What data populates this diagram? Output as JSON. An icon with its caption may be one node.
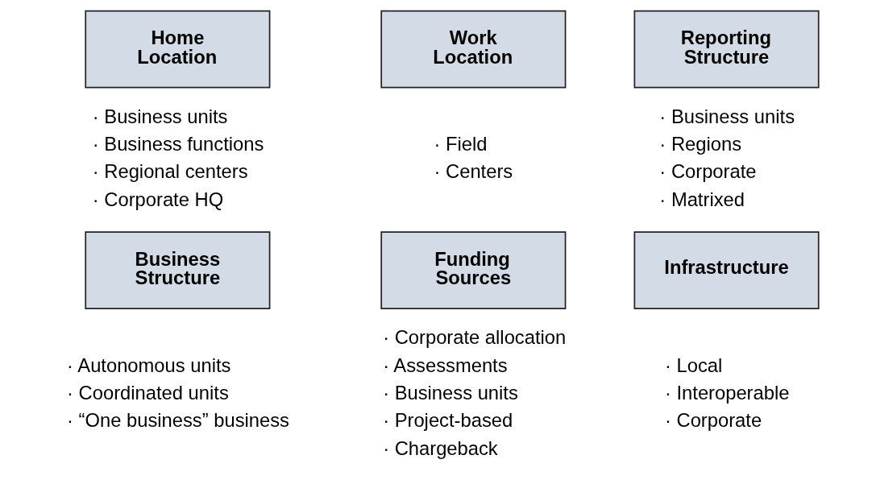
{
  "diagram": {
    "nodes": [
      {
        "text": [
          "Home Location"
        ],
        "beside": [
          "· Business units",
          "· Business functions",
          "· Regional centers",
          "· Corporate HQ"
        ]
      },
      {
        "text": [
          "Work Location"
        ],
        "beside": [
          "· Field",
          "· Centers"
        ]
      },
      {
        "text": [
          "Reporting Structure"
        ],
        "beside": [
          "· Business units",
          "· Regions",
          "· Corporate",
          "· Matrixed"
        ]
      },
      {
        "text": [
          "Business Structure"
        ],
        "beside": [
          "· Autonomous units",
          "· Coordinated units",
          "· “One business” business"
        ]
      },
      {
        "text": [
          "Funding Sources"
        ],
        "beside": [
          "· Corporate allocation",
          "· Assessments",
          "· Business units",
          "· Project-based",
          "· Chargeback"
        ]
      },
      {
        "text": [
          "Infrastructure"
        ],
        "beside": [
          "· Local",
          "· Interoperable",
          "· Corporate"
        ]
      }
    ]
  }
}
